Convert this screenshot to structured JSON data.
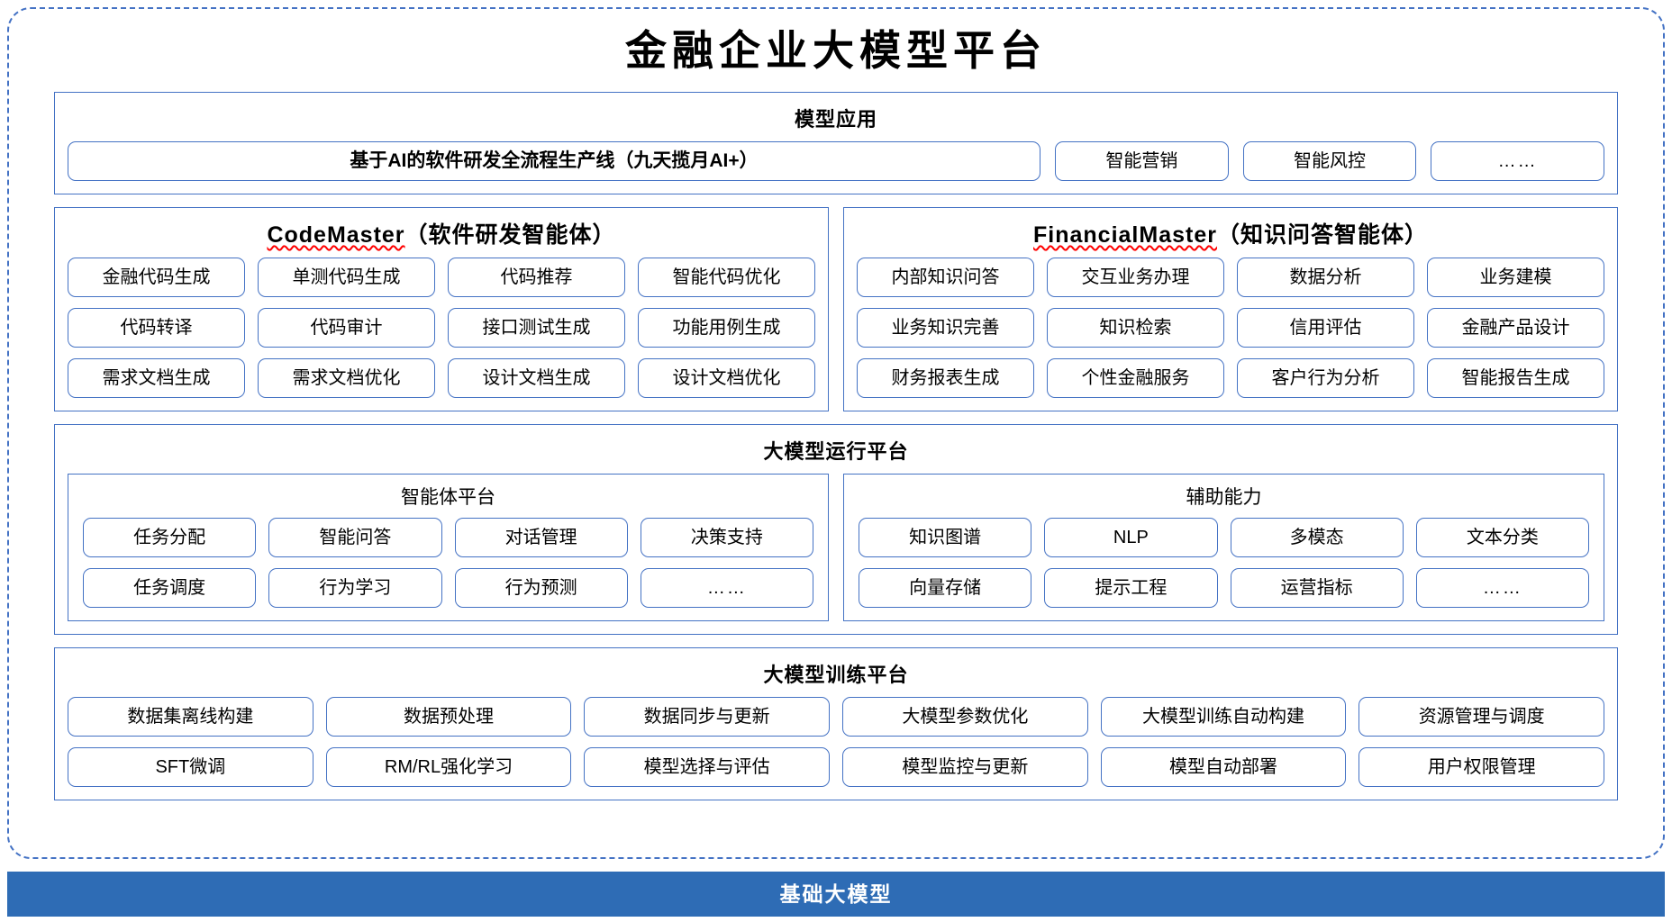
{
  "title": "金融企业大模型平台",
  "colors": {
    "border_blue": "#4472c4",
    "base_bar_blue": "#2e6cb5",
    "spellcheck_red": "#ff0000",
    "text_black": "#000000",
    "background_white": "#ffffff"
  },
  "layers": {
    "application": {
      "title": "模型应用",
      "primary_item": "基于AI的软件研发全流程生产线（九天揽月AI+）",
      "items": [
        "智能营销",
        "智能风控",
        "……"
      ]
    },
    "code_master": {
      "title_en": "CodeMaster",
      "title_cn": "（软件研发智能体）",
      "rows": [
        [
          "金融代码生成",
          "单测代码生成",
          "代码推荐",
          "智能代码优化"
        ],
        [
          "代码转译",
          "代码审计",
          "接口测试生成",
          "功能用例生成"
        ],
        [
          "需求文档生成",
          "需求文档优化",
          "设计文档生成",
          "设计文档优化"
        ]
      ]
    },
    "financial_master": {
      "title_en": "FinancialMaster",
      "title_cn": "（知识问答智能体）",
      "rows": [
        [
          "内部知识问答",
          "交互业务办理",
          "数据分析",
          "业务建模"
        ],
        [
          "业务知识完善",
          "知识检索",
          "信用评估",
          "金融产品设计"
        ],
        [
          "财务报表生成",
          "个性金融服务",
          "客户行为分析",
          "智能报告生成"
        ]
      ]
    },
    "run_platform": {
      "title": "大模型运行平台",
      "subpanels": [
        {
          "title": "智能体平台",
          "rows": [
            [
              "任务分配",
              "智能问答",
              "对话管理",
              "决策支持"
            ],
            [
              "任务调度",
              "行为学习",
              "行为预测",
              "……"
            ]
          ]
        },
        {
          "title": "辅助能力",
          "rows": [
            [
              "知识图谱",
              "NLP",
              "多模态",
              "文本分类"
            ],
            [
              "向量存储",
              "提示工程",
              "运营指标",
              "……"
            ]
          ]
        }
      ]
    },
    "train_platform": {
      "title": "大模型训练平台",
      "rows": [
        [
          "数据集离线构建",
          "数据预处理",
          "数据同步与更新",
          "大模型参数优化",
          "大模型训练自动构建",
          "资源管理与调度"
        ],
        [
          "SFT微调",
          "RM/RL强化学习",
          "模型选择与评估",
          "模型监控与更新",
          "模型自动部署",
          "用户权限管理"
        ]
      ]
    }
  },
  "base_bar": {
    "label": "基础大模型"
  }
}
